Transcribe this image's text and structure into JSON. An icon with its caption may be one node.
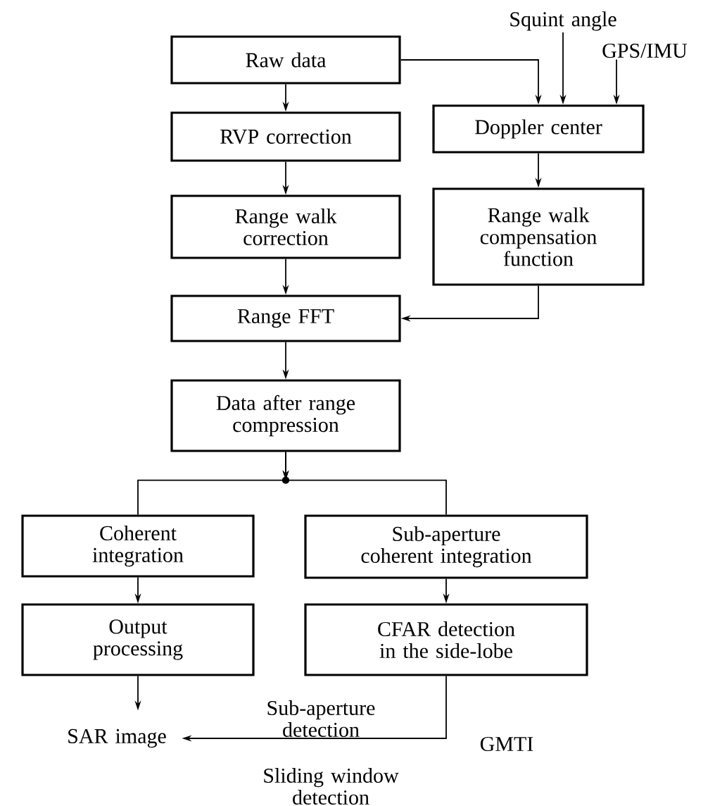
{
  "diagram": {
    "nodes": [
      {
        "text": [
          "Squint angle"
        ]
      },
      {
        "text": [
          "GPS/IMU"
        ]
      },
      {
        "text": [
          "Raw data"
        ]
      },
      {
        "text": [
          "Doppler center"
        ]
      },
      {
        "text": [
          "RVP correction"
        ]
      },
      {
        "text": [
          "Range walk correction"
        ]
      },
      {
        "text": [
          "Range walk compensation function"
        ]
      },
      {
        "text": [
          "Range FFT"
        ]
      },
      {
        "text": [
          "Data after range compression"
        ]
      },
      {
        "text": [
          "Coherent integration"
        ]
      },
      {
        "text": [
          "Sub-aperture coherent integration"
        ]
      },
      {
        "text": [
          "Output processing"
        ]
      },
      {
        "text": [
          "CFAR detection in the side-lobe"
        ]
      },
      {
        "text": [
          "SAR image"
        ]
      }
    ],
    "edges": [
      {
        "from": 2,
        "to": 3,
        "arrow": "to"
      },
      {
        "from": 0,
        "to": 3,
        "arrow": "to"
      },
      {
        "from": 1,
        "to": 3,
        "arrow": "to"
      },
      {
        "from": 2,
        "to": 4,
        "arrow": "to"
      },
      {
        "from": 4,
        "to": 5,
        "arrow": "to"
      },
      {
        "from": 5,
        "to": 7,
        "arrow": "to"
      },
      {
        "from": 3,
        "to": 6,
        "arrow": "to"
      },
      {
        "from": 6,
        "to": 7,
        "arrow": "to"
      },
      {
        "from": 7,
        "to": 8,
        "arrow": "to"
      },
      {
        "from": 8,
        "to": 9,
        "arrow": "to"
      },
      {
        "from": 8,
        "to": 10,
        "arrow": "to"
      },
      {
        "from": 9,
        "to": 11,
        "arrow": "to"
      },
      {
        "from": 10,
        "to": 12,
        "arrow": "to"
      },
      {
        "from": 11,
        "to": 13,
        "arrow": "to"
      },
      {
        "from": 12,
        "to": 13,
        "arrow": "to",
        "label": "Sub-aperture detection"
      }
    ],
    "labels": [
      "Sliding window detection",
      "GMTI"
    ]
  }
}
